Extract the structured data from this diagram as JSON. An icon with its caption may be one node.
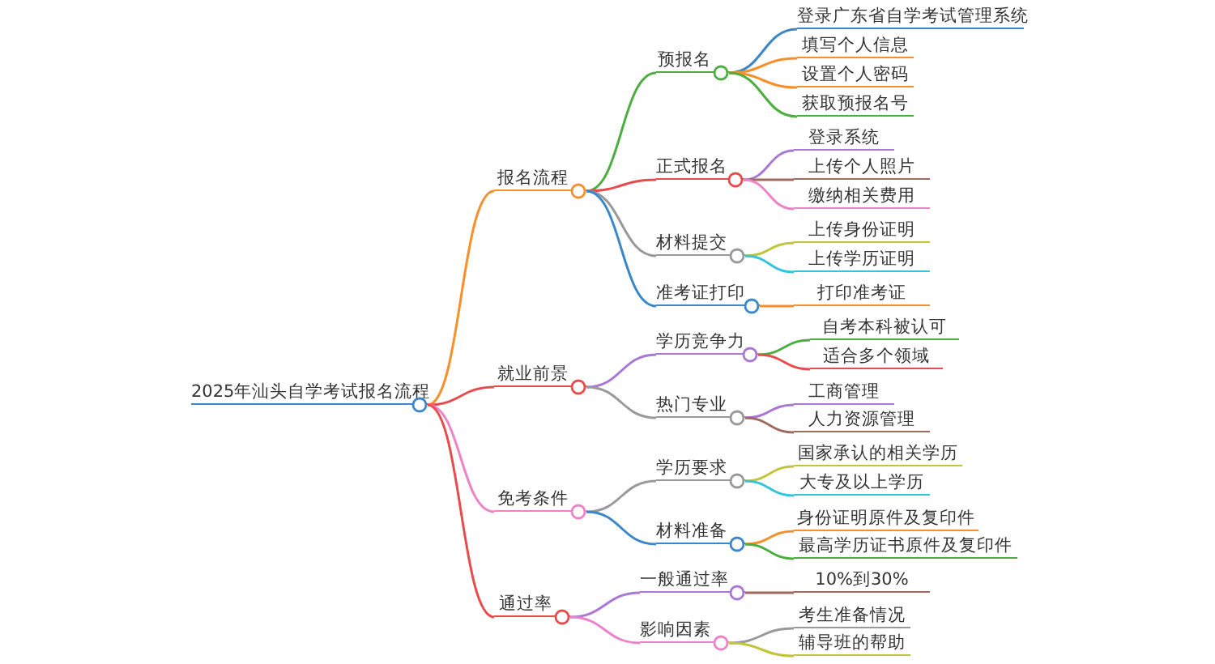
{
  "diagram": {
    "nodes": [
      {
        "text": [
          "2025年汕头自学考试报名流程"
        ]
      },
      {
        "text": [
          "报名流程"
        ]
      },
      {
        "text": [
          "预报名"
        ]
      },
      {
        "text": [
          "登录广东省自学考试管理系统"
        ]
      },
      {
        "text": [
          "填写个人信息"
        ]
      },
      {
        "text": [
          "设置个人密码"
        ]
      },
      {
        "text": [
          "获取预报名号"
        ]
      },
      {
        "text": [
          "正式报名"
        ]
      },
      {
        "text": [
          "登录系统"
        ]
      },
      {
        "text": [
          "上传个人照片"
        ]
      },
      {
        "text": [
          "缴纳相关费用"
        ]
      },
      {
        "text": [
          "材料提交"
        ]
      },
      {
        "text": [
          "上传身份证明"
        ]
      },
      {
        "text": [
          "上传学历证明"
        ]
      },
      {
        "text": [
          "准考证打印"
        ]
      },
      {
        "text": [
          "打印准考证"
        ]
      },
      {
        "text": [
          "就业前景"
        ]
      },
      {
        "text": [
          "学历竞争力"
        ]
      },
      {
        "text": [
          "自考本科被认可"
        ]
      },
      {
        "text": [
          "适合多个领域"
        ]
      },
      {
        "text": [
          "热门专业"
        ]
      },
      {
        "text": [
          "工商管理"
        ]
      },
      {
        "text": [
          "人力资源管理"
        ]
      },
      {
        "text": [
          "免考条件"
        ]
      },
      {
        "text": [
          "学历要求"
        ]
      },
      {
        "text": [
          "国家承认的相关学历"
        ]
      },
      {
        "text": [
          "大专及以上学历"
        ]
      },
      {
        "text": [
          "材料准备"
        ]
      },
      {
        "text": [
          "身份证明原件及复印件"
        ]
      },
      {
        "text": [
          "最高学历证书原件及复印件"
        ]
      },
      {
        "text": [
          "通过率"
        ]
      },
      {
        "text": [
          "一般通过率"
        ]
      },
      {
        "text": [
          "10%到30%"
        ]
      },
      {
        "text": [
          "影响因素"
        ]
      },
      {
        "text": [
          "考生准备情况"
        ]
      },
      {
        "text": [
          "辅导班的帮助"
        ]
      }
    ],
    "edges": [
      {
        "from": 0,
        "to": 1,
        "arrow": "none",
        "color": "#f7902b"
      },
      {
        "from": 1,
        "to": 2,
        "arrow": "none",
        "color": "#4cae3f"
      },
      {
        "from": 2,
        "to": 3,
        "arrow": "none",
        "color": "#3b87c9"
      },
      {
        "from": 2,
        "to": 4,
        "arrow": "none",
        "color": "#f7902b"
      },
      {
        "from": 2,
        "to": 5,
        "arrow": "none",
        "color": "#f7902b"
      },
      {
        "from": 2,
        "to": 6,
        "arrow": "none",
        "color": "#4cae3f"
      },
      {
        "from": 1,
        "to": 7,
        "arrow": "none",
        "color": "#e84b4b"
      },
      {
        "from": 7,
        "to": 8,
        "arrow": "none",
        "color": "#a878d4"
      },
      {
        "from": 7,
        "to": 9,
        "arrow": "none",
        "color": "#a06b5e"
      },
      {
        "from": 7,
        "to": 10,
        "arrow": "none",
        "color": "#ee82c8"
      },
      {
        "from": 1,
        "to": 11,
        "arrow": "none",
        "color": "#999999"
      },
      {
        "from": 11,
        "to": 12,
        "arrow": "none",
        "color": "#c2c53a"
      },
      {
        "from": 11,
        "to": 13,
        "arrow": "none",
        "color": "#35c4dc"
      },
      {
        "from": 1,
        "to": 14,
        "arrow": "none",
        "color": "#3b87c9"
      },
      {
        "from": 14,
        "to": 15,
        "arrow": "none",
        "color": "#f7902b"
      },
      {
        "from": 0,
        "to": 16,
        "arrow": "none",
        "color": "#e84b4b"
      },
      {
        "from": 16,
        "to": 17,
        "arrow": "none",
        "color": "#a878d4"
      },
      {
        "from": 17,
        "to": 18,
        "arrow": "none",
        "color": "#4cae3f"
      },
      {
        "from": 17,
        "to": 19,
        "arrow": "none",
        "color": "#e84b4b"
      },
      {
        "from": 16,
        "to": 20,
        "arrow": "none",
        "color": "#999999"
      },
      {
        "from": 20,
        "to": 21,
        "arrow": "none",
        "color": "#a878d4"
      },
      {
        "from": 20,
        "to": 22,
        "arrow": "none",
        "color": "#a06b5e"
      },
      {
        "from": 0,
        "to": 23,
        "arrow": "none",
        "color": "#ee82c8"
      },
      {
        "from": 23,
        "to": 24,
        "arrow": "none",
        "color": "#999999"
      },
      {
        "from": 24,
        "to": 25,
        "arrow": "none",
        "color": "#c2c53a"
      },
      {
        "from": 24,
        "to": 26,
        "arrow": "none",
        "color": "#35c4dc"
      },
      {
        "from": 23,
        "to": 27,
        "arrow": "none",
        "color": "#3b87c9"
      },
      {
        "from": 27,
        "to": 28,
        "arrow": "none",
        "color": "#f7902b"
      },
      {
        "from": 27,
        "to": 29,
        "arrow": "none",
        "color": "#4cae3f"
      },
      {
        "from": 0,
        "to": 30,
        "arrow": "none",
        "color": "#e84b4b"
      },
      {
        "from": 30,
        "to": 31,
        "arrow": "none",
        "color": "#a878d4"
      },
      {
        "from": 31,
        "to": 32,
        "arrow": "none",
        "color": "#a06b5e"
      },
      {
        "from": 30,
        "to": 33,
        "arrow": "none",
        "color": "#ee82c8"
      },
      {
        "from": 33,
        "to": 34,
        "arrow": "none",
        "color": "#999999"
      },
      {
        "from": 33,
        "to": 35,
        "arrow": "none",
        "color": "#c2c53a"
      }
    ]
  }
}
